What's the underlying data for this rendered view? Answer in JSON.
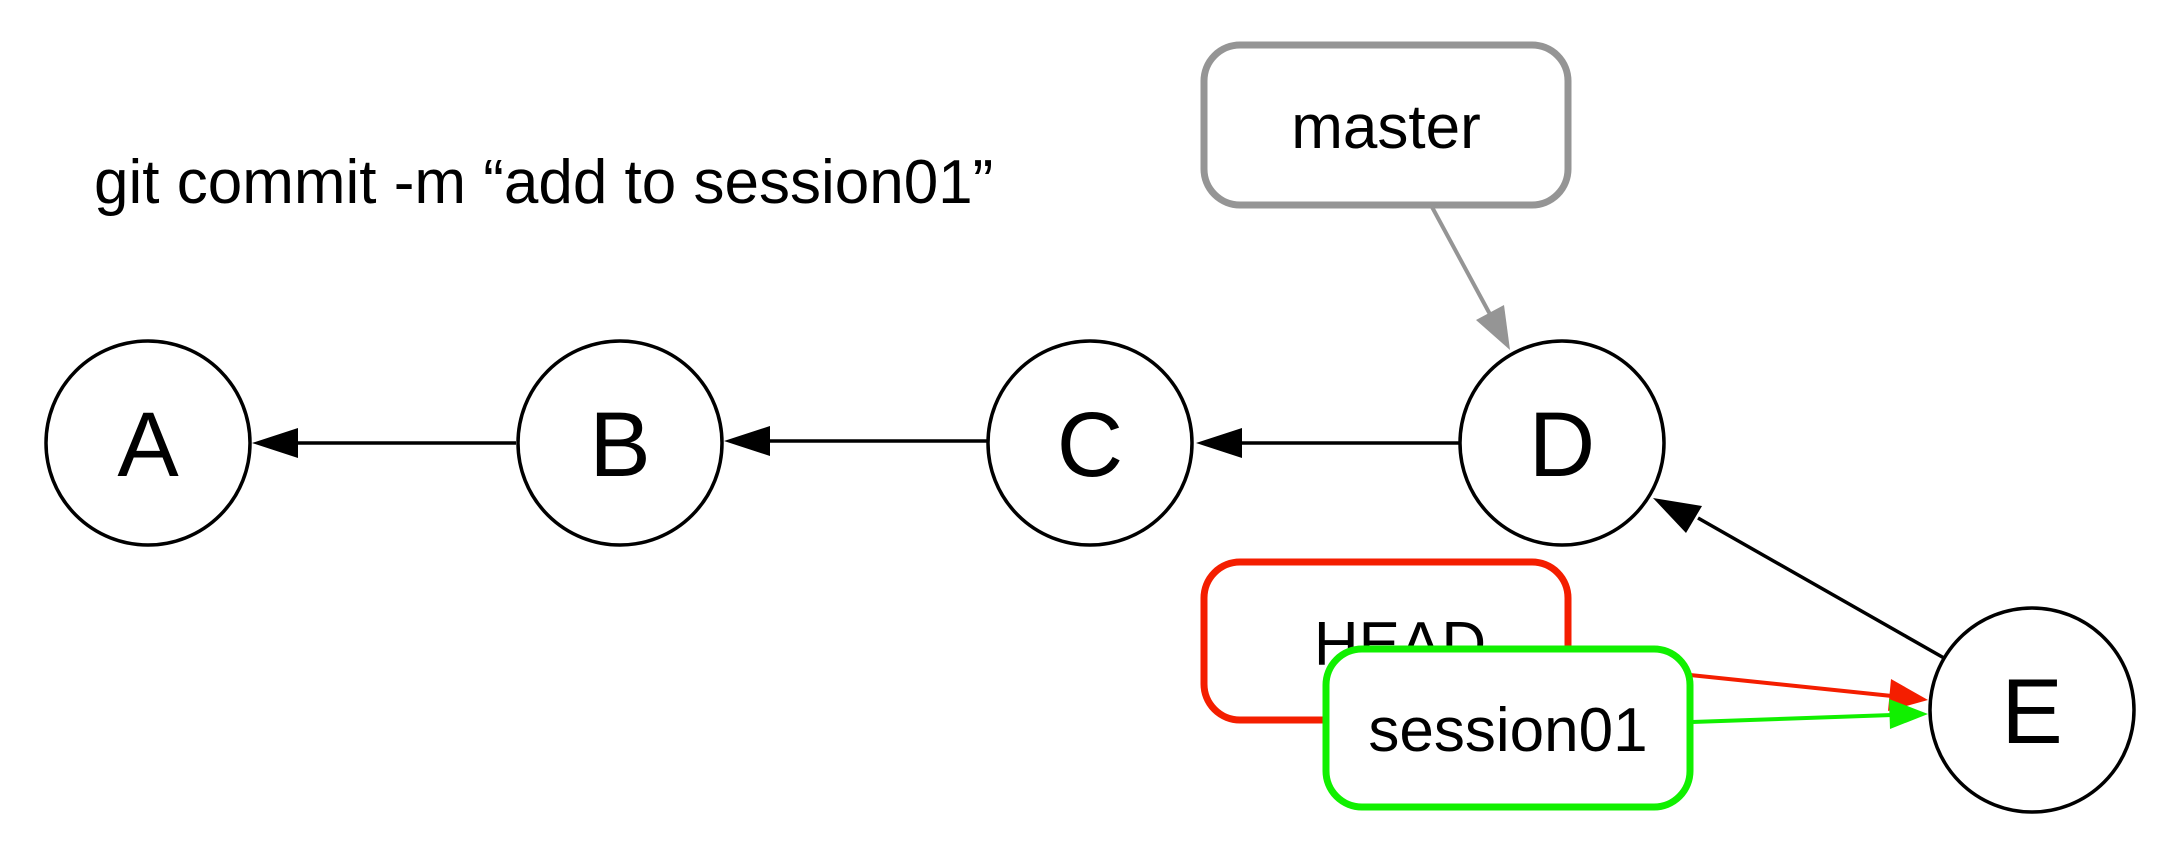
{
  "command": "git commit -m “add to session01”",
  "commits": [
    "A",
    "B",
    "C",
    "D",
    "E"
  ],
  "refs": {
    "master": {
      "label": "master",
      "color": "#959595",
      "points_to": "D"
    },
    "head": {
      "label": "HEAD",
      "color": "#f41e00",
      "points_to": "E"
    },
    "session01": {
      "label": "session01",
      "color": "#11f000",
      "points_to": "E"
    }
  },
  "colors": {
    "node_stroke": "#000000",
    "edge": "#000000",
    "background": "#ffffff"
  }
}
